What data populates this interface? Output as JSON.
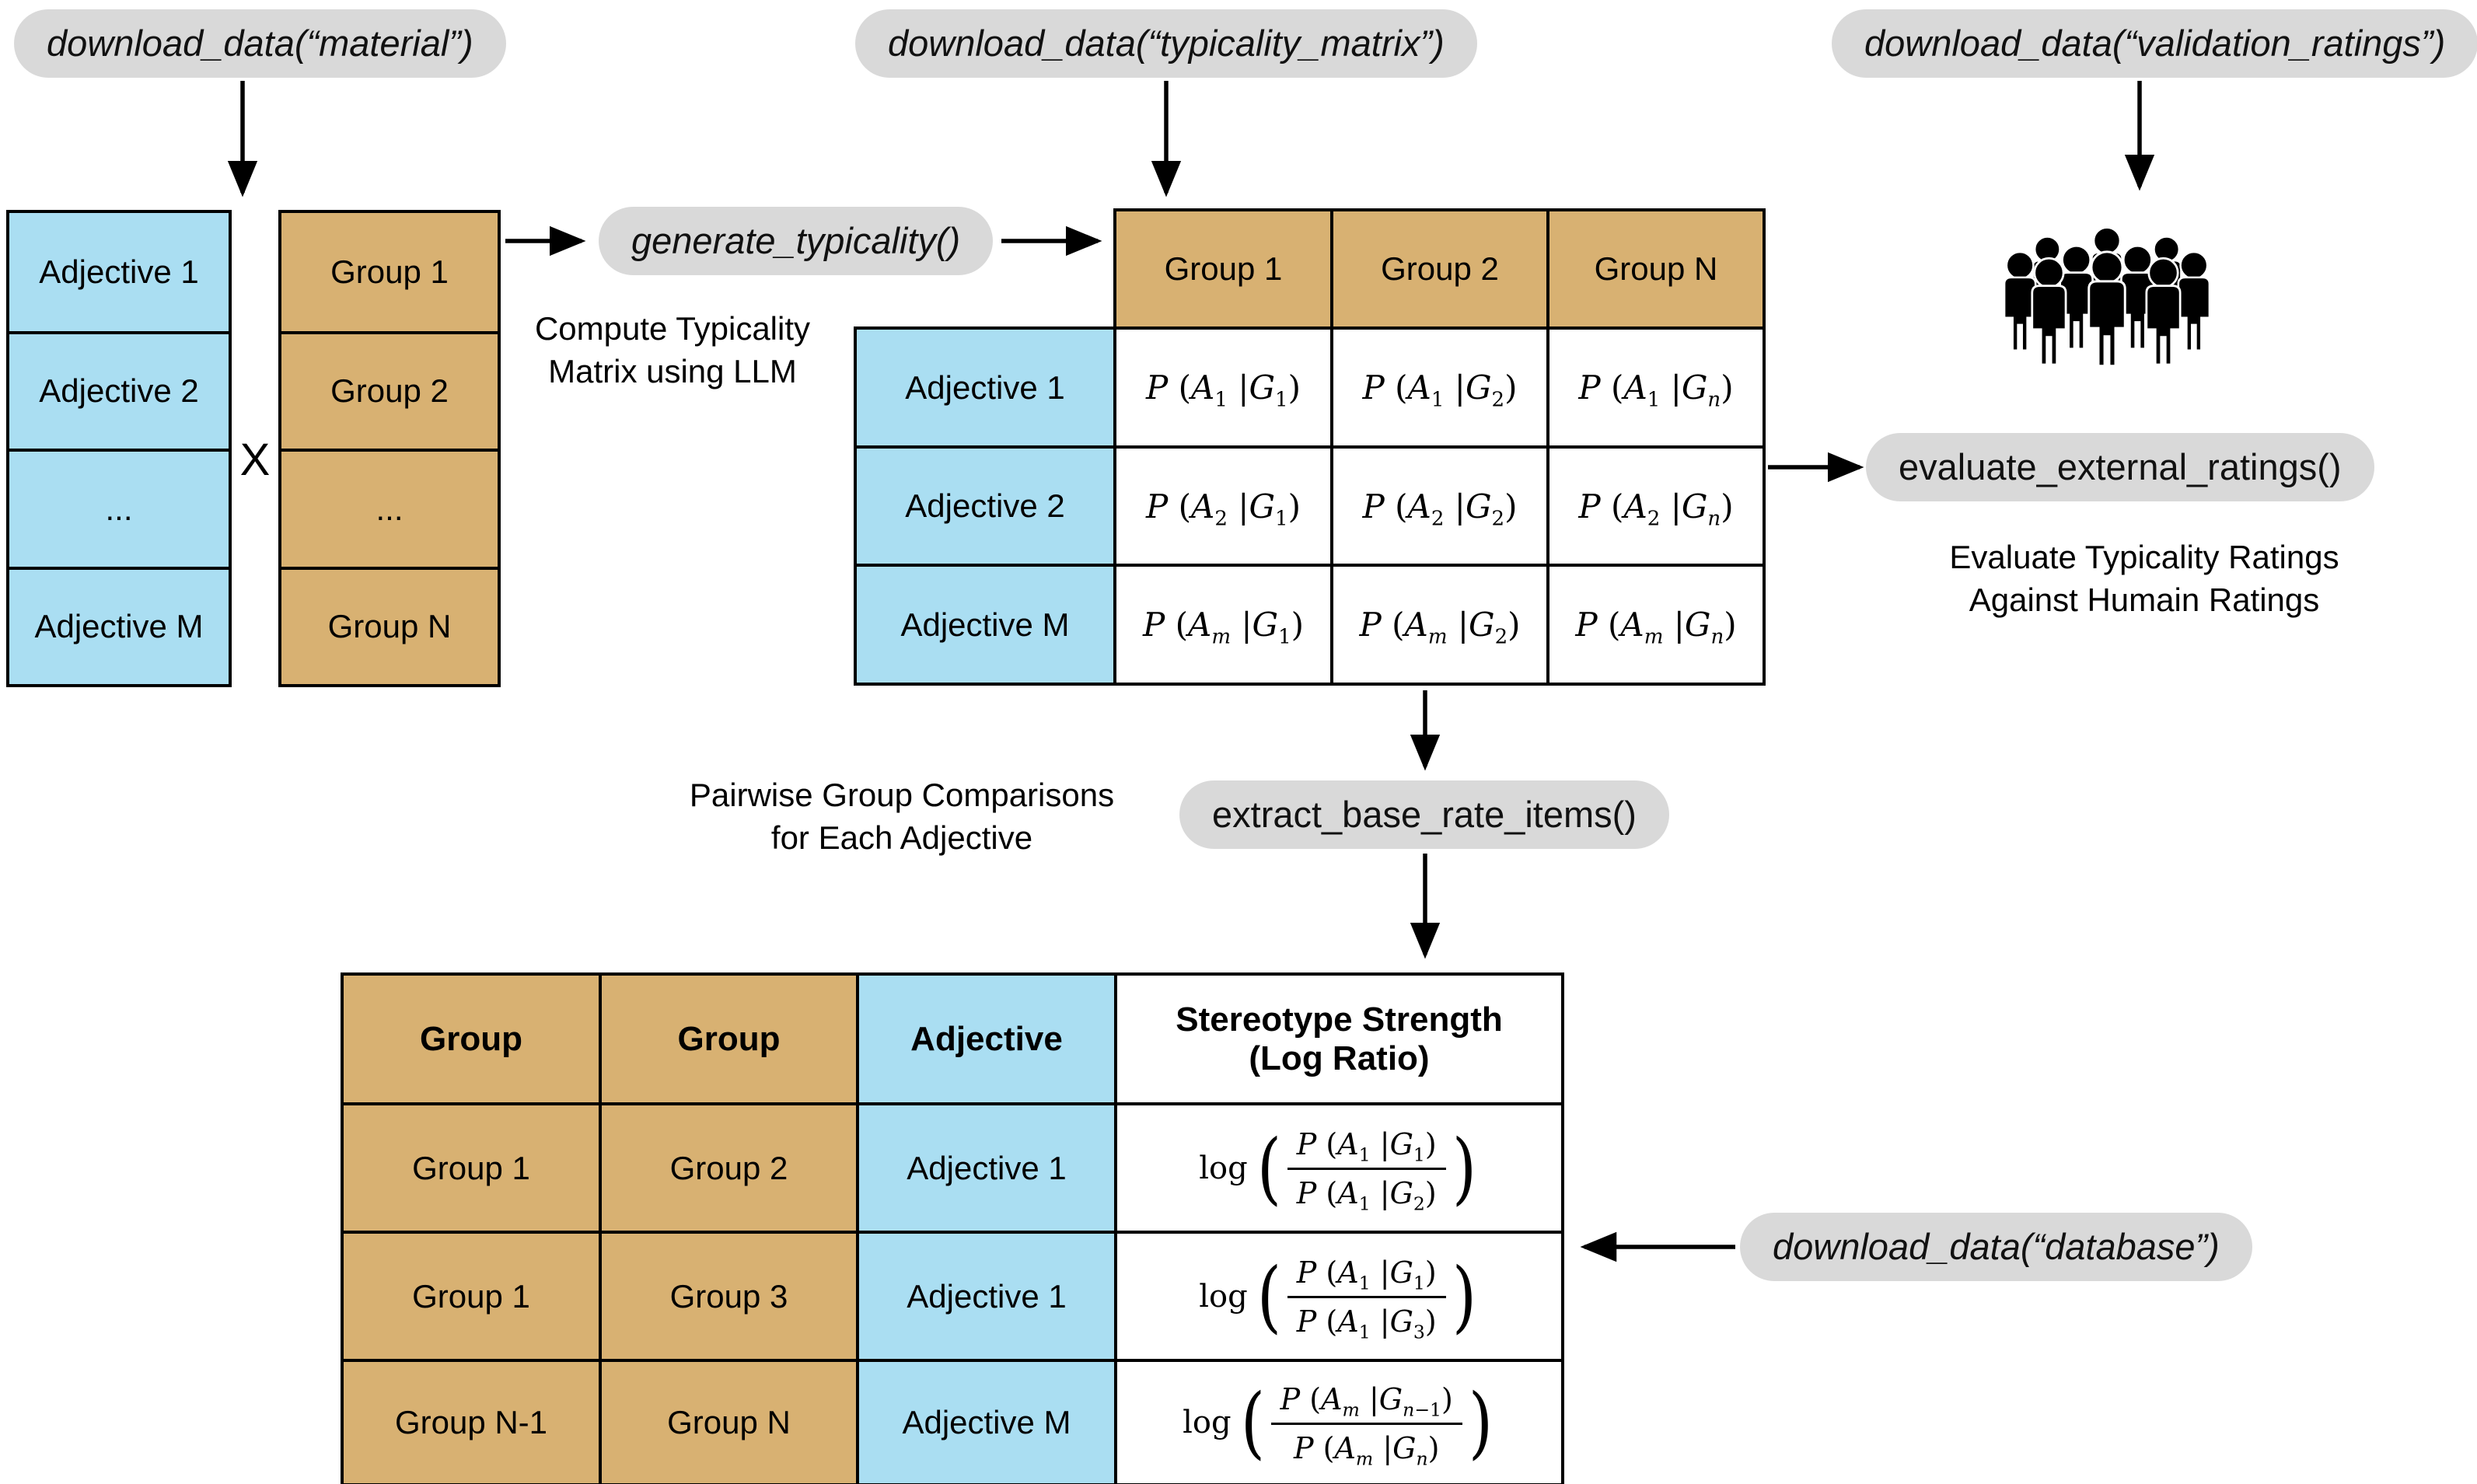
{
  "pills": {
    "material": "download_data(“material”)",
    "typicality_matrix": "download_data(“typicality_matrix”)",
    "validation_ratings": "download_data(“validation_ratings”)",
    "generate_typicality": "generate_typicality()",
    "evaluate_external_ratings": "evaluate_external_ratings()",
    "extract_base_rate_items": "extract_base_rate_items()",
    "database": "download_data(“database”)"
  },
  "cross_operator": "X",
  "adjective_list": [
    "Adjective 1",
    "Adjective 2",
    "...",
    "Adjective M"
  ],
  "group_list": [
    "Group 1",
    "Group 2",
    "...",
    "Group N"
  ],
  "annotations": {
    "compute": [
      "Compute Typicality",
      "Matrix using LLM"
    ],
    "evaluate": [
      "Evaluate Typicality Ratings",
      "Against Humain Ratings"
    ],
    "pairwise": [
      "Pairwise Group Comparisons",
      "for Each Adjective"
    ]
  },
  "typicality_matrix": {
    "col_headers": [
      "Group 1",
      "Group 2",
      "Group N"
    ],
    "rows": [
      {
        "label": "Adjective 1",
        "cells": [
          "P (A_1 |G_1)",
          "P (A_1 |G_2)",
          "P (A_1 |G_n)"
        ]
      },
      {
        "label": "Adjective 2",
        "cells": [
          "P (A_2 |G_1)",
          "P (A_2 |G_2)",
          "P (A_2 |G_n)"
        ]
      },
      {
        "label": "Adjective M",
        "cells": [
          "P (A_m |G_1)",
          "P (A_m |G_2)",
          "P (A_m |G_n)"
        ]
      }
    ]
  },
  "base_rate_table": {
    "headers": {
      "group_a": "Group",
      "group_b": "Group",
      "adjective": "Adjective",
      "strength_line1": "Stereotype Strength",
      "strength_line2": "(Log Ratio)"
    },
    "log_label": "log",
    "paren_open": "(",
    "paren_close": ")",
    "rows": [
      {
        "group_a": "Group 1",
        "group_b": "Group 2",
        "adjective": "Adjective 1",
        "num": "P (A_1 |G_1)",
        "den": "P (A_1 |G_2)"
      },
      {
        "group_a": "Group 1",
        "group_b": "Group 3",
        "adjective": "Adjective 1",
        "num": "P (A_1 |G_1)",
        "den": "P (A_1 |G_3)"
      },
      {
        "group_a": "Group N-1",
        "group_b": "Group N",
        "adjective": "Adjective M",
        "num": "P (A_m |G_{n-1})",
        "den": "P (A_m |G_n)"
      }
    ]
  },
  "icons": {
    "people": "people-group-icon"
  },
  "colors": {
    "blue": "#aadef2",
    "tan": "#d8b172",
    "pill_gray": "#d9d9d9",
    "ink": "#000000"
  }
}
